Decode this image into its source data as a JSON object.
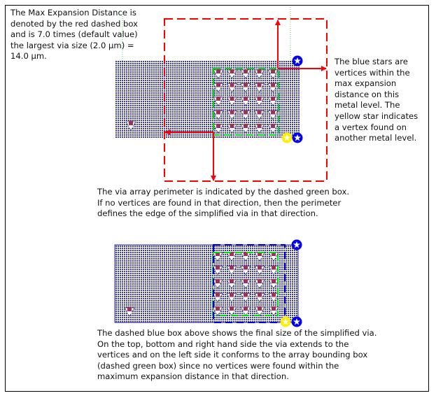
{
  "note_top_left": [
    "The Max Expansion Distance is",
    "denoted by the red dashed box",
    "and is 7.0 times (default value)",
    "the largest via size (2.0 µm) =",
    "14.0 µm."
  ],
  "note_right": [
    "The blue stars are",
    "vertices within the",
    "max expansion",
    "distance on this",
    "metal level. The",
    "yellow star indicates",
    "a vertex found on",
    "another metal level."
  ],
  "note_middle": [
    "The via array perimeter is indicated by the dashed green box.",
    "If no vertices are found in that direction, then the perimeter",
    "defines the edge of the simplified via in that direction."
  ],
  "note_bottom": [
    "The dashed blue box above shows the final size of the simplified via.",
    "On the top, bottom and right hand side the via extends to the",
    "vertices and on the left side it conforms to the array bounding box",
    "(dashed green box) since no vertices were found within the",
    "maximum expansion distance in that direction."
  ],
  "colors": {
    "metal": "#4a4aa8",
    "red_box": "#ff0000",
    "green_box": "#00dd00",
    "blue_box": "#0000dd",
    "blue_star": "#0000ee",
    "yellow_star": "#ffee00"
  }
}
